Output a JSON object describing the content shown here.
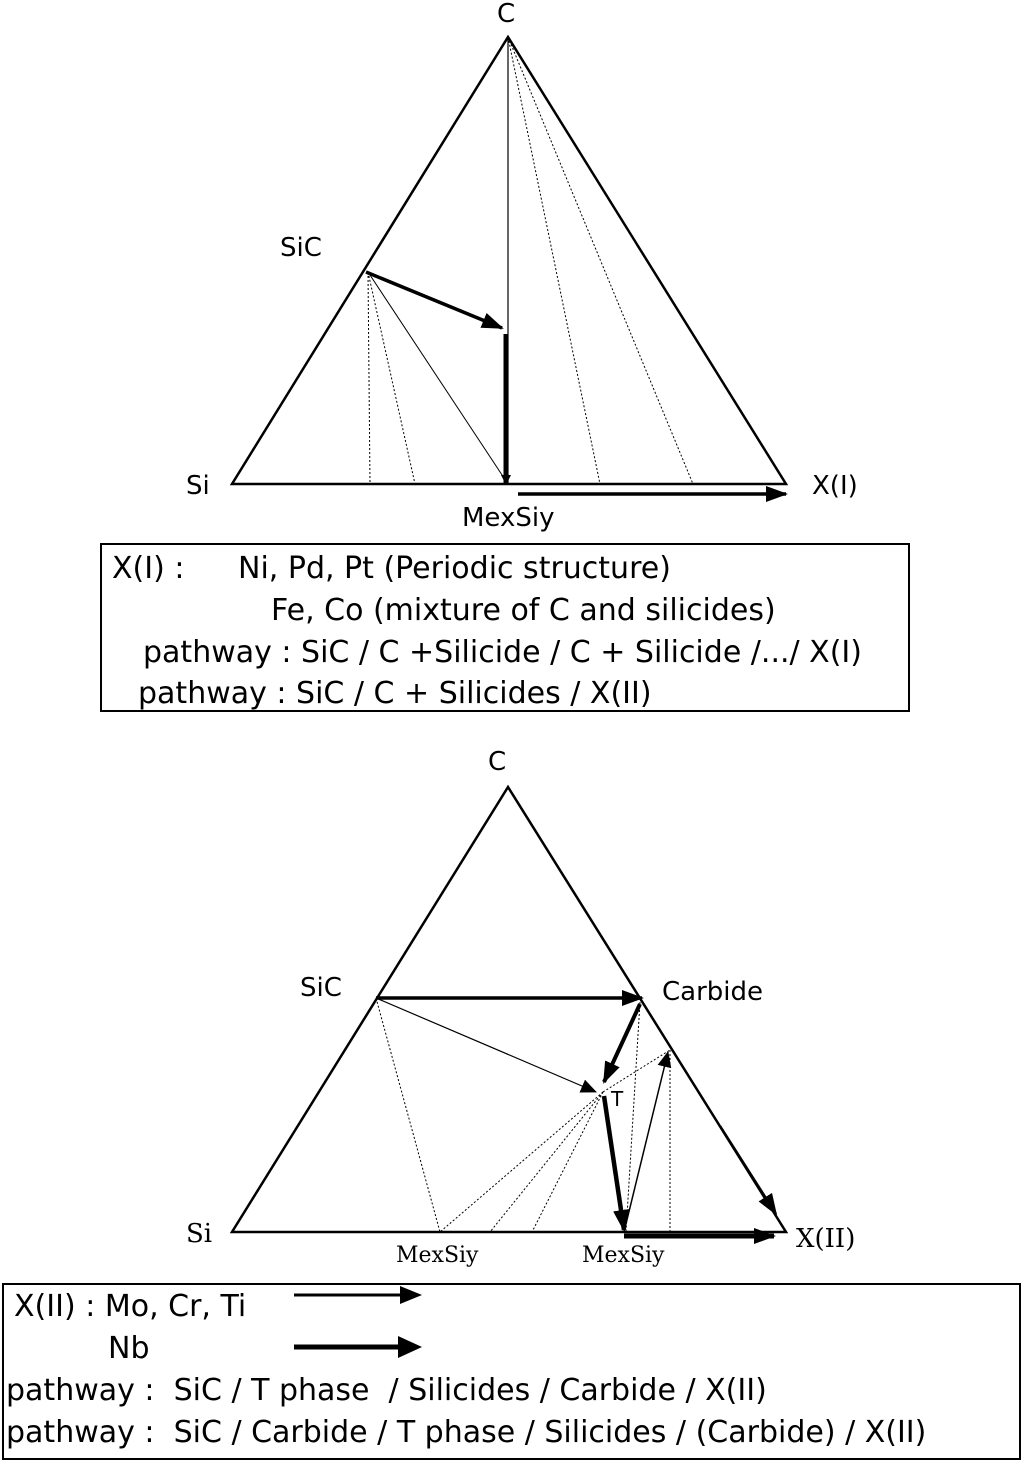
{
  "diagram_top": {
    "vertex_top": "C",
    "vertex_left": "Si",
    "vertex_right": "X(I)",
    "label_sic": "SiC",
    "label_bottom_mid": "MexSiy"
  },
  "legend_top": {
    "line1_key": "X(I) :",
    "line1_text": "Ni, Pd, Pt (Periodic structure)",
    "line2_text": "Fe, Co (mixture of C and silicides)",
    "line3_text": "pathway : SiC / C +Silicide / C + Silicide /.../ X(I)",
    "line4_text": "pathway : SiC / C + Silicides / X(II)"
  },
  "diagram_bottom": {
    "vertex_top": "C",
    "vertex_left": "Si",
    "vertex_right": "X(II)",
    "label_sic": "SiC",
    "label_carbide": "Carbide",
    "label_t": "T",
    "label_mexsiy_1": "MexSiy",
    "label_mexsiy_2": "MexSiy"
  },
  "legend_bottom": {
    "line1_text": "X(II) : Mo, Cr, Ti",
    "line2_text": "Nb",
    "line3_text": "pathway :  SiC / T phase  / Silicides / Carbide / X(II)",
    "line4_text": "pathway :  SiC / Carbide / T phase / Silicides / (Carbide) / X(II)"
  }
}
